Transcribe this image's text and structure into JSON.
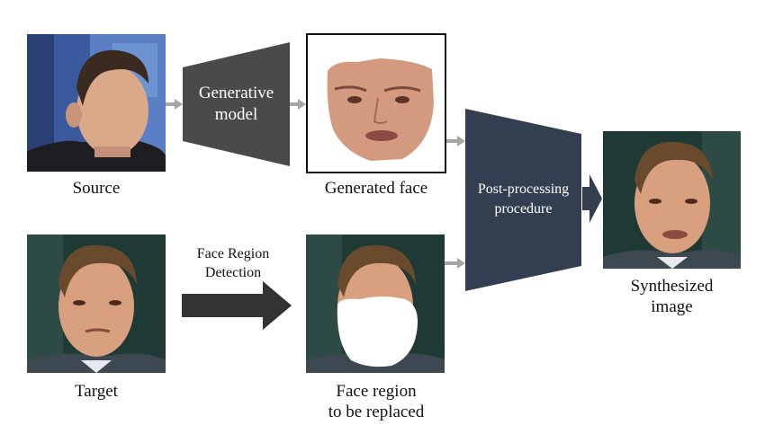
{
  "images": {
    "source": {
      "caption": "Source"
    },
    "generated_face": {
      "caption": "Generated face"
    },
    "target": {
      "caption": "Target"
    },
    "face_region": {
      "caption_line1": "Face region",
      "caption_line2": "to be replaced"
    },
    "synthesized": {
      "caption_line1": "Synthesized",
      "caption_line2": "image"
    }
  },
  "blocks": {
    "generative_model": {
      "line1": "Generative",
      "line2": "model",
      "color": "#4a4a4a"
    },
    "post_processing": {
      "line1": "Post-processing",
      "line2": "procedure",
      "color": "#333f50"
    }
  },
  "arrows": {
    "face_region_detection": {
      "line1": "Face Region",
      "line2": "Detection",
      "color": "#333333"
    },
    "connector_color": "#a6a6a6"
  }
}
